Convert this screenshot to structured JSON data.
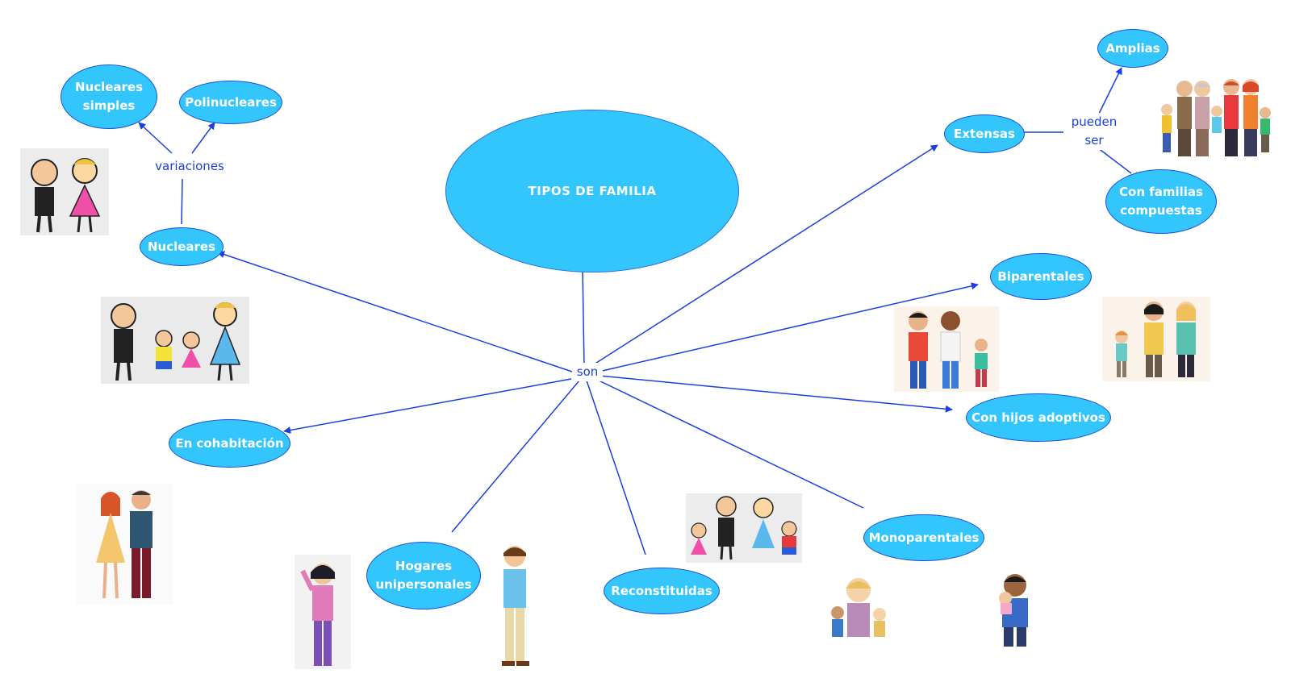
{
  "main_topic": "TIPOS DE FAMILIA",
  "linking_words": {
    "son": "son",
    "variaciones": "variaciones",
    "pueden_ser": "pueden\nser"
  },
  "concepts": {
    "nucleares": "Nucleares",
    "nucleares_simples": "Nucleares\nsimples",
    "polinucleares": "Polinucleares",
    "extensas": "Extensas",
    "amplias": "Amplias",
    "con_familias_compuestas": "Con familias\ncompuestas",
    "biparentales": "Biparentales",
    "con_hijos_adoptivos": "Con hijos adoptivos",
    "monoparentales": "Monoparentales",
    "reconstituidas": "Reconstituidas",
    "hogares_unipersonales": "Hogares\nunipersonales",
    "en_cohabitacion": "En cohabitación"
  },
  "colors": {
    "node_fill": "#33c6fc",
    "node_border": "#1a4fd8",
    "node_text": "#ffffff",
    "connector": "#1a3fe0",
    "link_text": "#1a3fe0"
  }
}
